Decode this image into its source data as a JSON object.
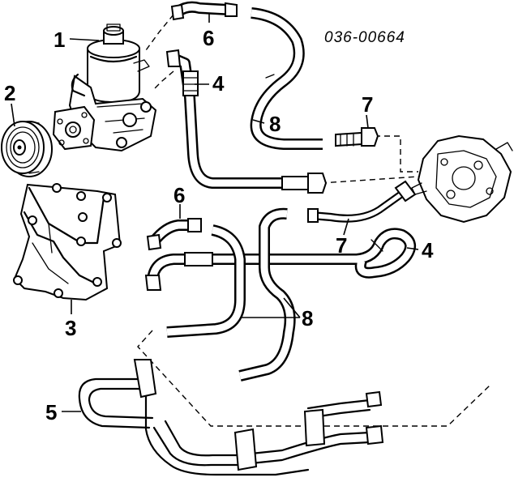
{
  "diagram": {
    "reference_number": "036-00664",
    "callouts": {
      "c1": "1",
      "c2": "2",
      "c3": "3",
      "c4a": "4",
      "c4b": "4",
      "c5": "5",
      "c6a": "6",
      "c6b": "6",
      "c7a": "7",
      "c7b": "7",
      "c8a": "8",
      "c8b": "8"
    }
  }
}
